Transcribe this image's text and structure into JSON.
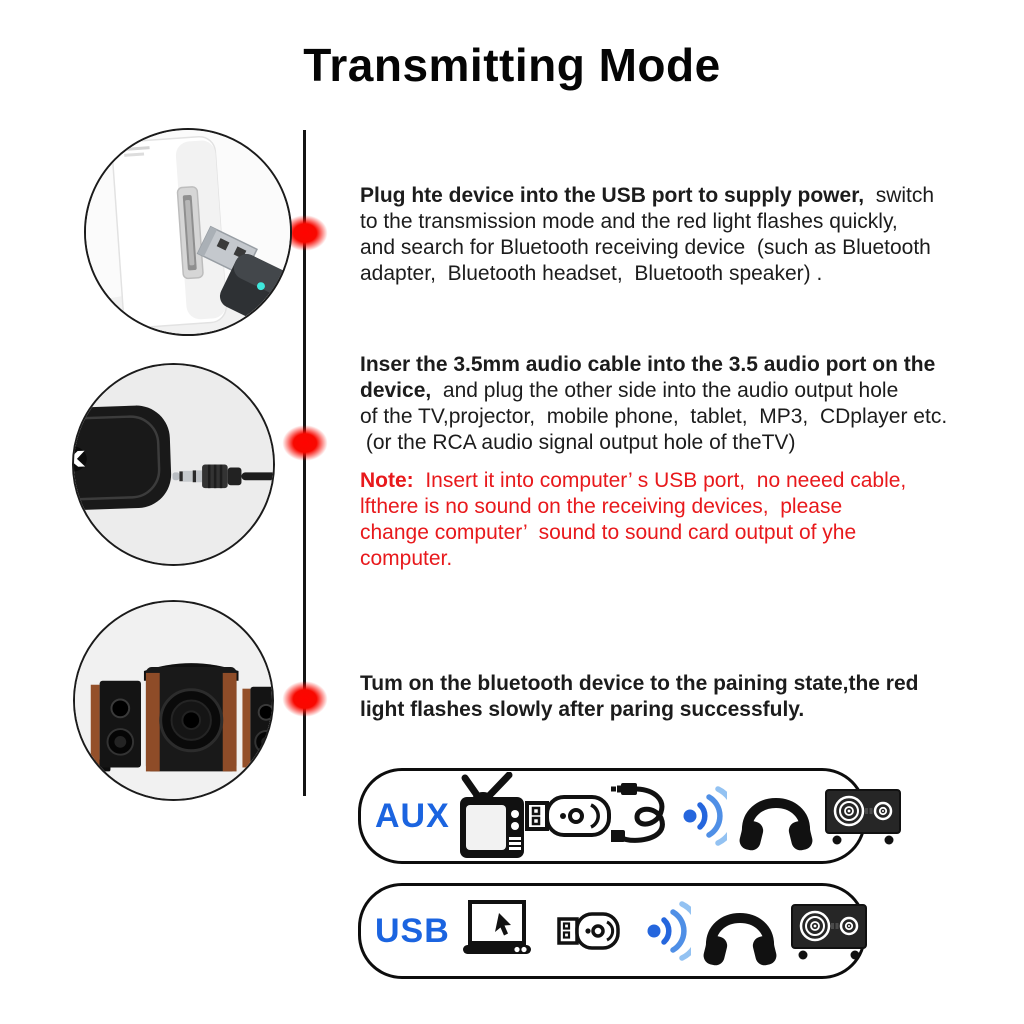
{
  "title": "Transmitting Mode",
  "steps": [
    {
      "bold": "Plug hte device into the USB port to supply power,",
      "rest": "  switch\nto the transmission mode and the red light flashes quickly,\nand search for Bluetooth receiving device  (such as Bluetooth\nadapter,  Bluetooth headset,  Bluetooth speaker) ."
    },
    {
      "bold": "Inser the 3.5mm audio cable into the 3.5 audio port on the\ndevice,",
      "rest": "  and plug the other side into the audio output hole\nof the TV,projector,  mobile phone,  tablet,  MP3,  CDplayer etc.\n (or the RCA audio signal output hole of theTV)"
    },
    {
      "bold": "Tum on the bluetooth device to the paining state,the red\nlight flashes slowly after paring successfuly.",
      "rest": ""
    }
  ],
  "note": {
    "bold": "Note:",
    "rest": "  Insert it into computer’ s USB port,  no neeed cable,\nlfthere is no sound on the receiving devices,  please\nchange computer’  sound to sound card output of yhe\ncomputer."
  },
  "modes": [
    {
      "label": "AUX",
      "icons": [
        "tv-icon",
        "usb-dongle-icon",
        "aux-cable-icon",
        "bluetooth-waves-icon",
        "headphones-icon",
        "speaker-icon"
      ]
    },
    {
      "label": "USB",
      "icons": [
        "laptop-icon",
        "usb-dongle-icon",
        "bluetooth-waves-icon",
        "headphones-icon",
        "speaker-icon"
      ]
    }
  ],
  "photos": [
    "usb-power-adapter-photo",
    "aux-jack-device-photo",
    "speaker-system-photo"
  ],
  "colors": {
    "accent_blue": "#1b64e0",
    "note_red": "#e8191c",
    "indicator_red": "#ff0400",
    "wave_dark": "#2566dd",
    "wave_mid": "#4f8fe6",
    "wave_light": "#93c2f2"
  }
}
